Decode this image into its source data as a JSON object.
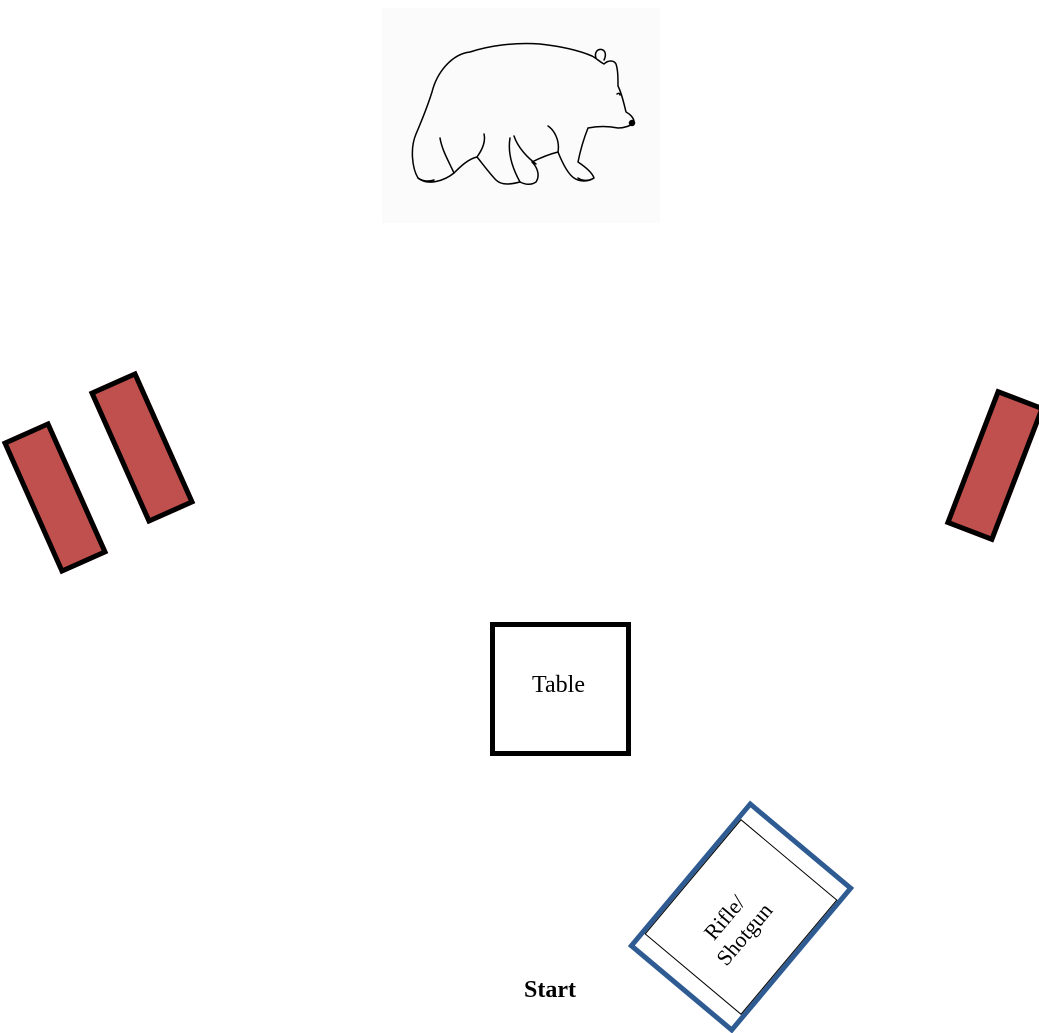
{
  "labels": {
    "table": "Table",
    "gun_line1": "Rifle/",
    "gun_line2": "Shotgun",
    "start": "Start"
  },
  "icons": {
    "bear": "bear-icon"
  },
  "colors": {
    "target_fill": "#c0504d",
    "target_border": "#000000",
    "gun_rack_border": "#2f5b93"
  }
}
